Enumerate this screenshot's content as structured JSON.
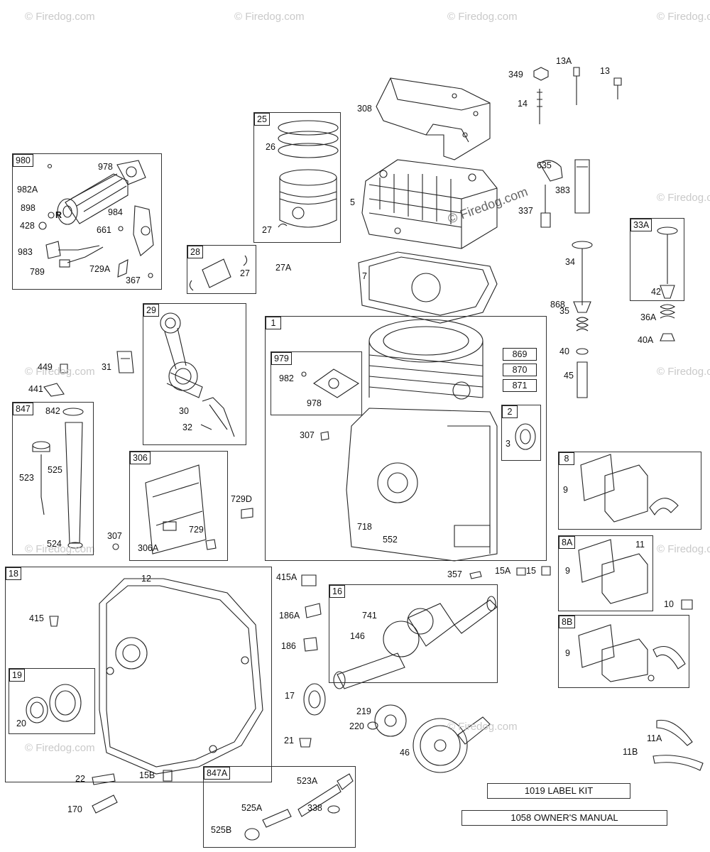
{
  "watermark": "© Firedog.com",
  "watermark_center": "© Firedog.com",
  "groups": {
    "g980": "980",
    "g25": "25",
    "g28": "28",
    "g29": "29",
    "g1": "1",
    "g979": "979",
    "g2": "2",
    "g847": "847",
    "g306": "306",
    "g18": "18",
    "g19": "19",
    "g16": "16",
    "g847a": "847A",
    "g33a": "33A",
    "g8": "8",
    "g8a": "8A",
    "g8b": "8B"
  },
  "part_numbers": [
    "978",
    "982A",
    "898",
    "428",
    "984",
    "661",
    "983",
    "789",
    "729A",
    "367",
    "308",
    "26",
    "27",
    "5",
    "7",
    "27",
    "27A",
    "635",
    "383",
    "337",
    "349",
    "13A",
    "13",
    "14",
    "34",
    "868",
    "42",
    "36A",
    "40A",
    "35",
    "40",
    "45",
    "449",
    "441",
    "31",
    "30",
    "32",
    "842",
    "523",
    "525",
    "524",
    "982",
    "978",
    "869",
    "870",
    "871",
    "307",
    "3",
    "9",
    "11",
    "306A",
    "729",
    "307",
    "729D",
    "718",
    "552",
    "12",
    "415A",
    "415",
    "20",
    "186A",
    "186",
    "17",
    "21",
    "357",
    "15A",
    "15",
    "741",
    "146",
    "9",
    "10",
    "9",
    "219",
    "220",
    "46",
    "11A",
    "11B",
    "22",
    "15B",
    "170",
    "523A",
    "525A",
    "338",
    "525B",
    "R"
  ],
  "kits": {
    "label_kit": "1019 LABEL KIT",
    "owners_manual": "1058 OWNER'S MANUAL"
  }
}
